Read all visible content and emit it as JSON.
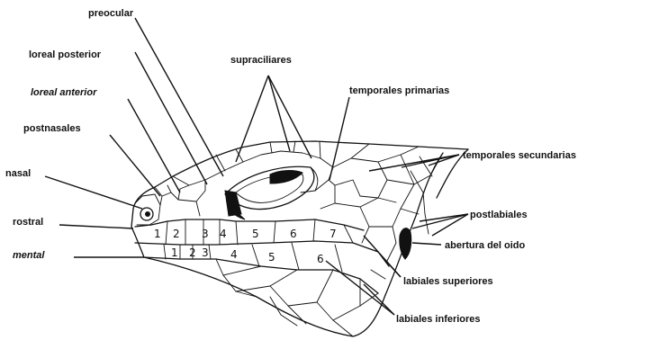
{
  "labels": {
    "preocular": "preocular",
    "loreal_posterior": "loreal posterior",
    "loreal_anterior": "loreal anterior",
    "postnasales": "postnasales",
    "nasal": "nasal",
    "rostral": "rostral",
    "mental": "mental",
    "supraciliares": "supraciliares",
    "temporales_primarias": "temporales primarias",
    "temporales_secundarias": "temporales secundarias",
    "postlabiales": "postlabiales",
    "abertura_del_oido": "abertura del oido",
    "labiales_superiores": "labiales superiores",
    "labiales_inferiores": "labiales inferiores"
  },
  "upper_labial_numbers": [
    "1",
    "2",
    "3",
    "4",
    "5",
    "6",
    "7"
  ],
  "lower_labial_numbers": [
    "1",
    "2",
    "3",
    "4",
    "5",
    "6"
  ],
  "colors": {
    "ink": "#111111",
    "background": "#ffffff"
  }
}
